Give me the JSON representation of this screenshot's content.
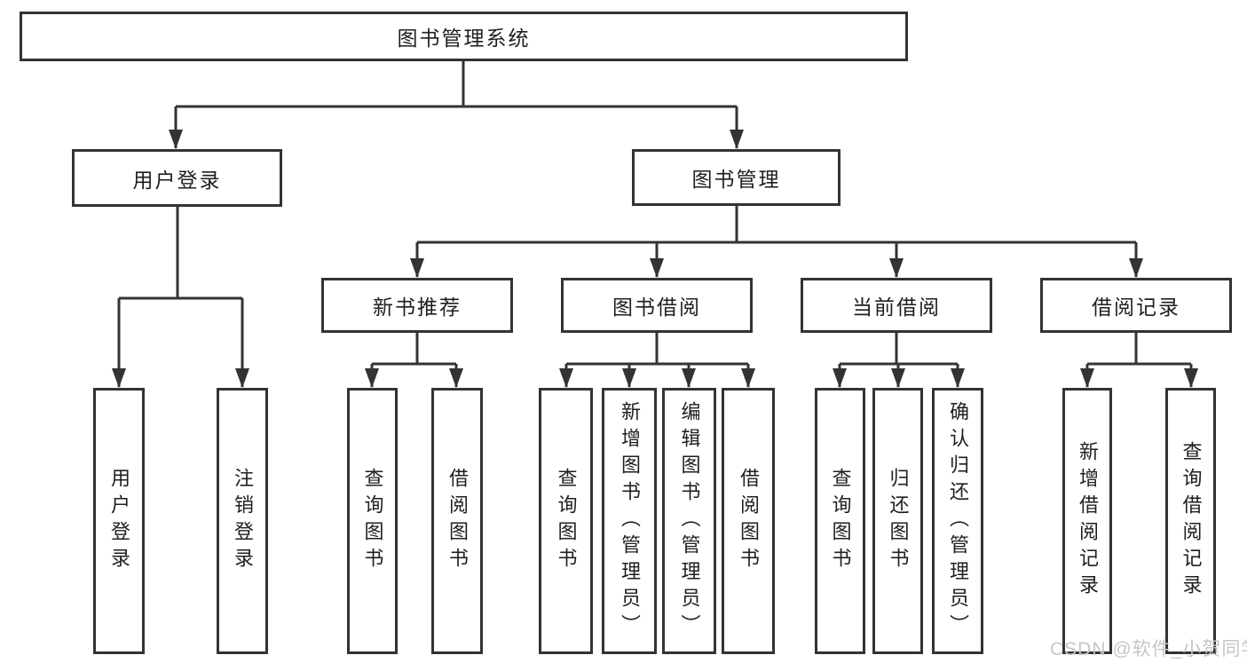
{
  "diagram": {
    "root": {
      "label": "图书管理系统"
    },
    "branches": [
      {
        "label": "用户登录",
        "children": [
          {
            "label": "用户登录"
          },
          {
            "label": "注销登录"
          }
        ]
      },
      {
        "label": "图书管理",
        "children": [
          {
            "label": "新书推荐",
            "children": [
              {
                "label": "查询图书"
              },
              {
                "label": "借阅图书"
              }
            ]
          },
          {
            "label": "图书借阅",
            "children": [
              {
                "label": "查询图书"
              },
              {
                "label": "新增图书（管理员）"
              },
              {
                "label": "编辑图书（管理员）"
              },
              {
                "label": "借阅图书"
              }
            ]
          },
          {
            "label": "当前借阅",
            "children": [
              {
                "label": "查询图书"
              },
              {
                "label": "归还图书"
              },
              {
                "label": "确认归还（管理员）"
              }
            ]
          },
          {
            "label": "借阅记录",
            "children": [
              {
                "label": "新增借阅记录"
              },
              {
                "label": "查询借阅记录"
              }
            ]
          }
        ]
      }
    ]
  },
  "watermark": {
    "text": "CSDN @软件_小贺同学"
  },
  "colors": {
    "line": "#333333",
    "box_border": "#333333",
    "text": "#1f1f1f",
    "background": "#ffffff",
    "watermark": "#c6c6c6"
  }
}
